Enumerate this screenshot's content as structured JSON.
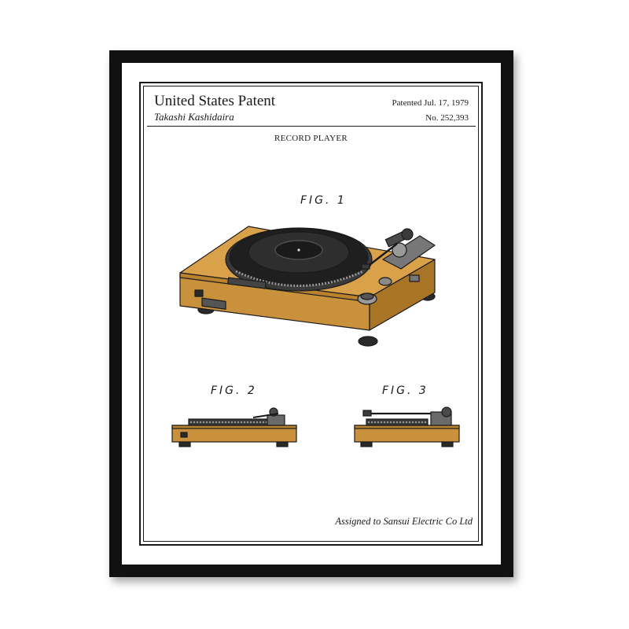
{
  "patent": {
    "title": "United States Patent",
    "inventor": "Takashi Kashidaira",
    "date": "Patented Jul. 17, 1979",
    "number": "No. 252,393",
    "subject": "RECORD PLAYER",
    "assignee": "Assigned to Sansui Electric Co Ltd"
  },
  "figures": [
    {
      "label": "FIG. 1",
      "view": "perspective",
      "icon": "turntable-illustration"
    },
    {
      "label": "FIG. 2",
      "view": "side",
      "icon": "turntable-side-illustration"
    },
    {
      "label": "FIG. 3",
      "view": "side",
      "icon": "turntable-side-illustration"
    }
  ],
  "colors": {
    "frame": "#111111",
    "wood": "#c9913b",
    "wood_dark": "#9a6a22",
    "platter": "#2a2a2a",
    "metal": "#8a8a8a",
    "ink": "#1a1a1a"
  }
}
